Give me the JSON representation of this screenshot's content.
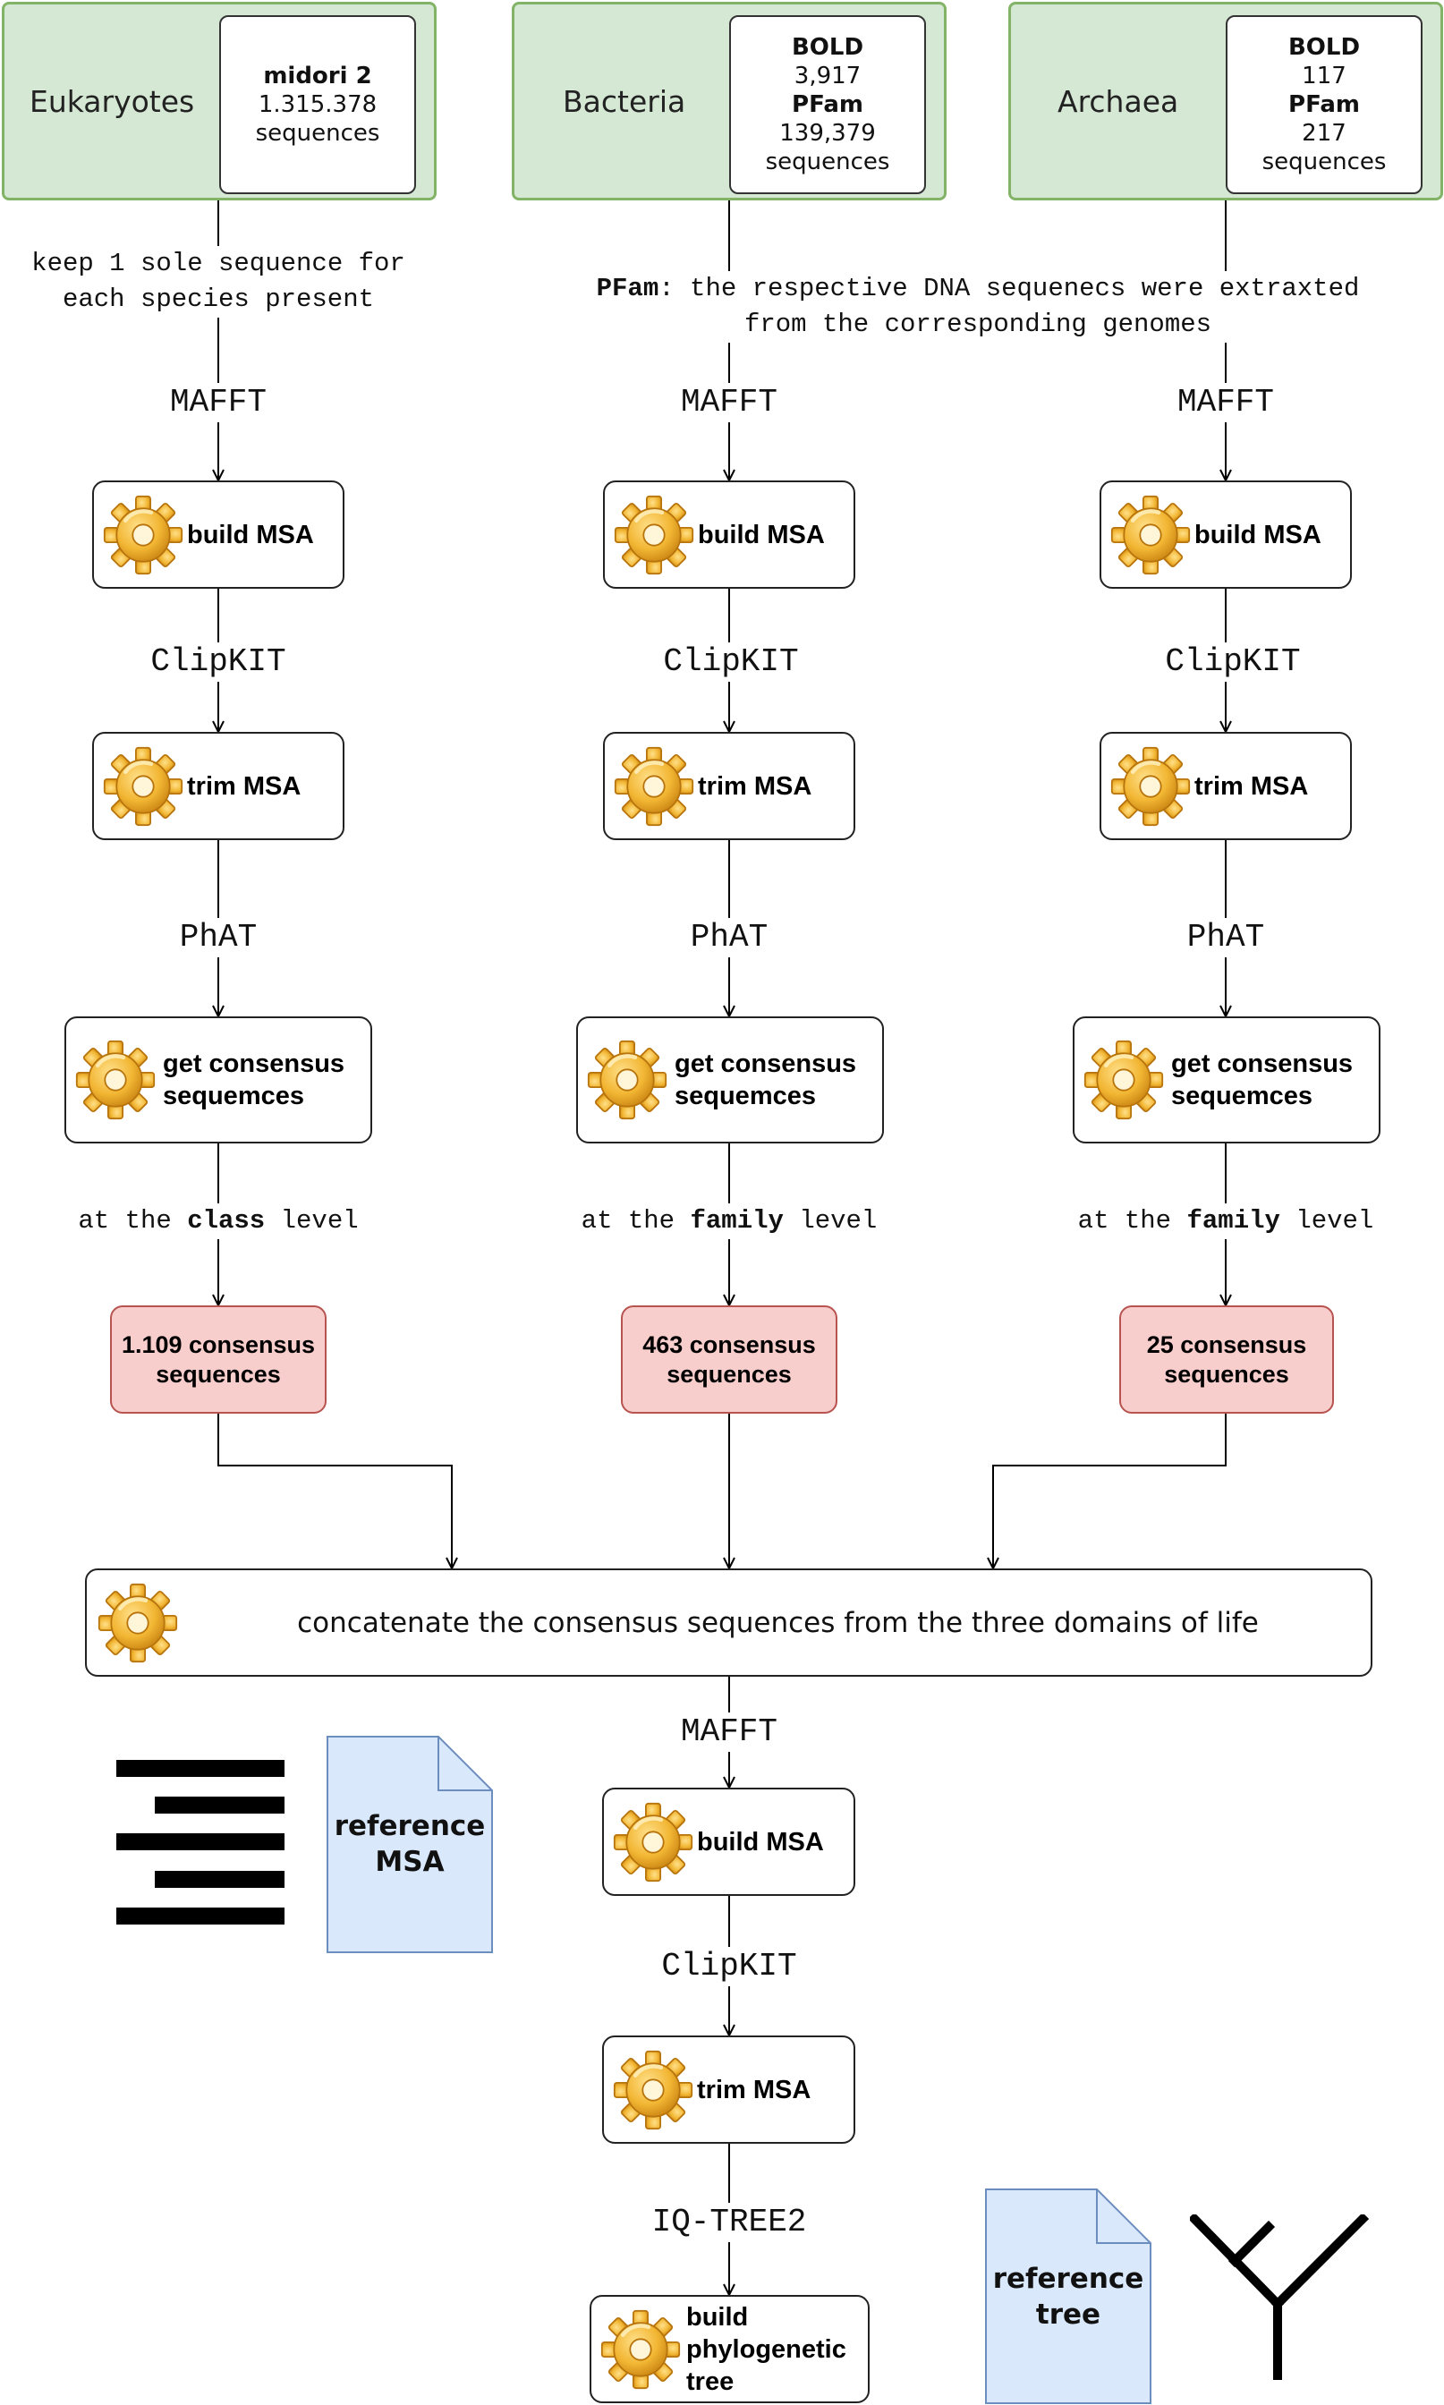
{
  "domains": [
    {
      "name": "Eukaryotes",
      "info": [
        {
          "text": "midori 2",
          "bold": true
        },
        {
          "text": "1.315.378",
          "bold": false
        },
        {
          "text": "sequences",
          "bold": false
        }
      ]
    },
    {
      "name": "Bacteria",
      "info": [
        {
          "text": "BOLD",
          "bold": true
        },
        {
          "text": "3,917",
          "bold": false
        },
        {
          "text": "PFam",
          "bold": true
        },
        {
          "text": "139,379",
          "bold": false
        },
        {
          "text": "sequences",
          "bold": false
        }
      ]
    },
    {
      "name": "Archaea",
      "info": [
        {
          "text": "BOLD",
          "bold": true
        },
        {
          "text": "117",
          "bold": false
        },
        {
          "text": "PFam",
          "bold": true
        },
        {
          "text": "217",
          "bold": false
        },
        {
          "text": "sequences",
          "bold": false
        }
      ]
    }
  ],
  "notes": {
    "eukaryotes": [
      "keep 1 sole sequence for",
      "each species present"
    ],
    "pfam_prefix": "PFam",
    "pfam_line1": ": the respective DNA sequenecs were extraxted",
    "pfam_line2": "from the corresponding genomes",
    "level_prefix": "at the ",
    "level_suffix": " level",
    "levels": [
      "class",
      "family",
      "family"
    ]
  },
  "tools": {
    "mafft": "MAFFT",
    "clipkit": "ClipKIT",
    "phat": "PhAT",
    "iqtree": "IQ-TREE2"
  },
  "steps": {
    "build_msa": "build MSA",
    "trim_msa": "trim MSA",
    "consensus": [
      "get consensus",
      "sequemces"
    ],
    "phylo": [
      "build",
      "phylogenetic",
      "tree"
    ]
  },
  "results": [
    [
      "1.109 consensus",
      "sequences"
    ],
    [
      "463 consensus",
      "sequences"
    ],
    [
      "25 consensus",
      "sequences"
    ]
  ],
  "concat": "concatenate the consensus sequences from the three domains of life",
  "outputs": {
    "reference_msa": [
      "reference",
      "MSA"
    ],
    "reference_tree": [
      "reference",
      "tree"
    ]
  },
  "colors": {
    "domain_fill": "#d5e8d4",
    "domain_border": "#82b366",
    "result_fill": "#f8cecc",
    "result_border": "#b85450",
    "doc_fill": "#dae8fc",
    "doc_border": "#6c8ebf",
    "gear": "#f2b633"
  },
  "icons": [
    "gear-icon",
    "msa-lines-icon",
    "document-icon",
    "tree-icon"
  ]
}
